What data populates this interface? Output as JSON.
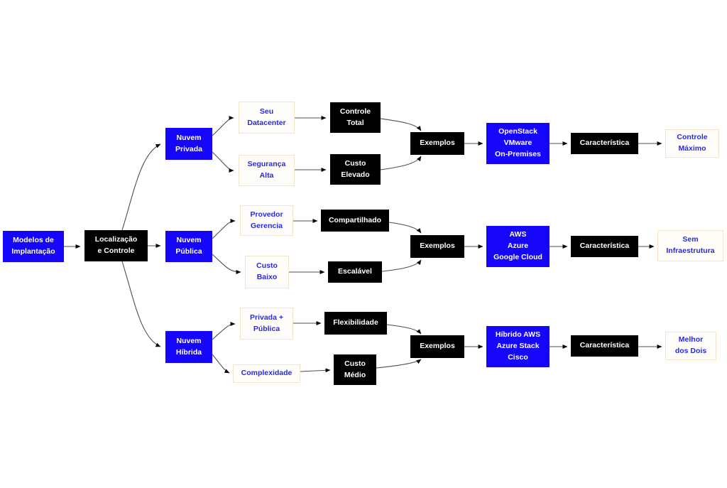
{
  "colors": {
    "node_blue": "#1505fb",
    "node_black": "#000000",
    "white_box_background": "#fffefb",
    "white_box_border": "#f3e3c6",
    "blue_text": "#2828e6",
    "edge_line": "#4f4f4f",
    "arrowhead": "#0a0a0a",
    "background": "#ffffff"
  },
  "root": {
    "label": "Modelos de\nImplantação"
  },
  "hub": {
    "label": "Localização\ne Controle"
  },
  "branches": [
    {
      "node": "Nuvem\nPrivada",
      "traits": [
        "Seu\nDatacenter",
        "Segurança\nAlta"
      ],
      "attributes": [
        "Controle\nTotal",
        "Custo\nElevado"
      ],
      "examples_label": "Exemplos",
      "examples": "OpenStack\nVMware\nOn-Premises",
      "characteristic_label": "Característica",
      "outcome": "Controle\nMáximo"
    },
    {
      "node": "Nuvem\nPública",
      "traits": [
        "Provedor\nGerencia",
        "Custo\nBaixo"
      ],
      "attributes": [
        "Compartilhado",
        "Escalável"
      ],
      "examples_label": "Exemplos",
      "examples": "AWS\nAzure\nGoogle Cloud",
      "characteristic_label": "Característica",
      "outcome": "Sem\nInfraestrutura"
    },
    {
      "node": "Nuvem\nHíbrida",
      "traits": [
        "Privada +\nPública",
        "Complexidade"
      ],
      "attributes": [
        "Flexibilidade",
        "Custo\nMédio"
      ],
      "examples_label": "Exemplos",
      "examples": "Híbrido AWS\nAzure Stack\nCisco",
      "characteristic_label": "Característica",
      "outcome": "Melhor\ndos Dois"
    }
  ]
}
